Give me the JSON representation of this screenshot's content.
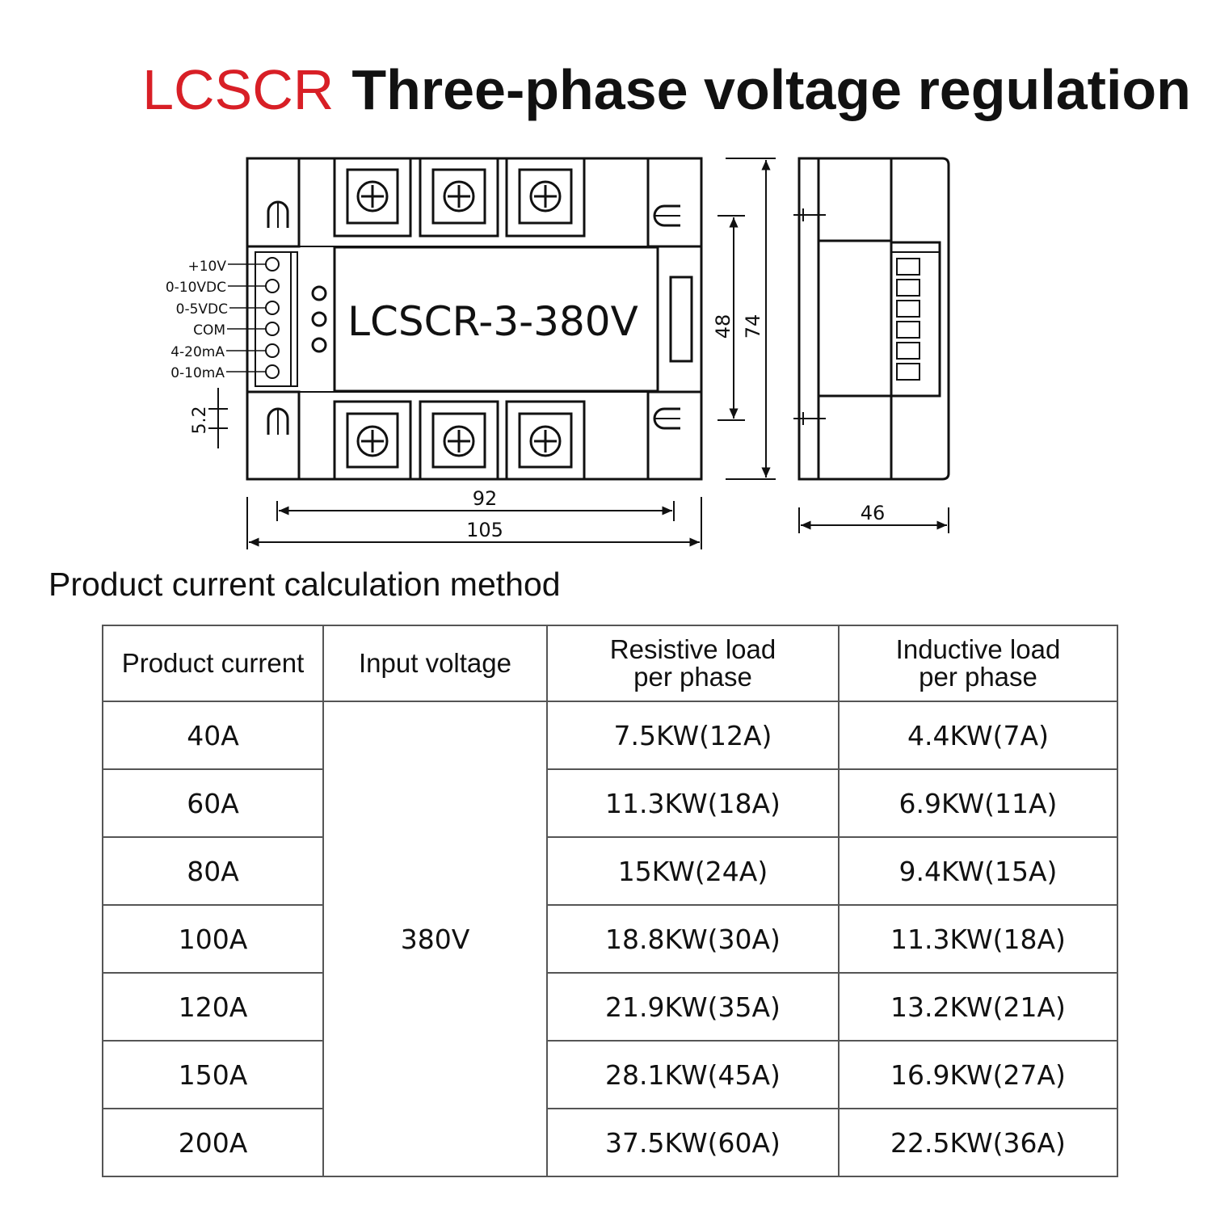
{
  "title": {
    "brand": "LCSCR",
    "text": "Three-phase voltage regulation"
  },
  "diagram": {
    "model_label": "LCSCR-3-380V",
    "terminals": [
      "+10V",
      "0-10VDC",
      "0-5VDC",
      "COM",
      "4-20mA",
      "0-10mA"
    ],
    "dimensions": {
      "inner_width": "92",
      "outer_width": "105",
      "inner_height": "48",
      "outer_height": "74",
      "depth": "46",
      "hole_spacing": "5.2"
    }
  },
  "section_title": "Product current calculation method",
  "table": {
    "headers": {
      "product_current": "Product current",
      "input_voltage": "Input voltage",
      "resistive_line1": "Resistive load",
      "resistive_line2": "per phase",
      "inductive_line1": "Inductive load",
      "inductive_line2": "per phase"
    },
    "input_voltage": "380V",
    "rows": [
      {
        "current": "40A",
        "resistive": "7.5KW(12A)",
        "inductive": "4.4KW(7A)"
      },
      {
        "current": "60A",
        "resistive": "11.3KW(18A)",
        "inductive": "6.9KW(11A)"
      },
      {
        "current": "80A",
        "resistive": "15KW(24A)",
        "inductive": "9.4KW(15A)"
      },
      {
        "current": "100A",
        "resistive": "18.8KW(30A)",
        "inductive": "11.3KW(18A)"
      },
      {
        "current": "120A",
        "resistive": "21.9KW(35A)",
        "inductive": "13.2KW(21A)"
      },
      {
        "current": "150A",
        "resistive": "28.1KW(45A)",
        "inductive": "16.9KW(27A)"
      },
      {
        "current": "200A",
        "resistive": "37.5KW(60A)",
        "inductive": "22.5KW(36A)"
      }
    ]
  }
}
